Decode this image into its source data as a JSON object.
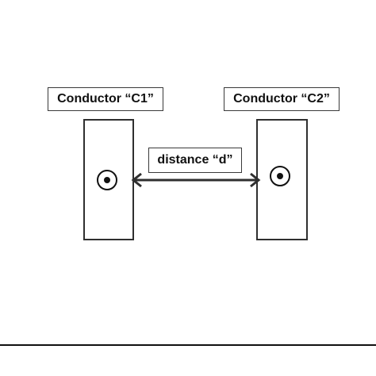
{
  "conductors": [
    {
      "label": "Conductor “C1”"
    },
    {
      "label": "Conductor “C2”"
    }
  ],
  "distance": {
    "label": "distance “d”"
  },
  "colors": {
    "line": "#2f2f2f",
    "text": "#111111",
    "background": "#ffffff"
  },
  "icons": {
    "current_marker": "dot-in-circle"
  }
}
